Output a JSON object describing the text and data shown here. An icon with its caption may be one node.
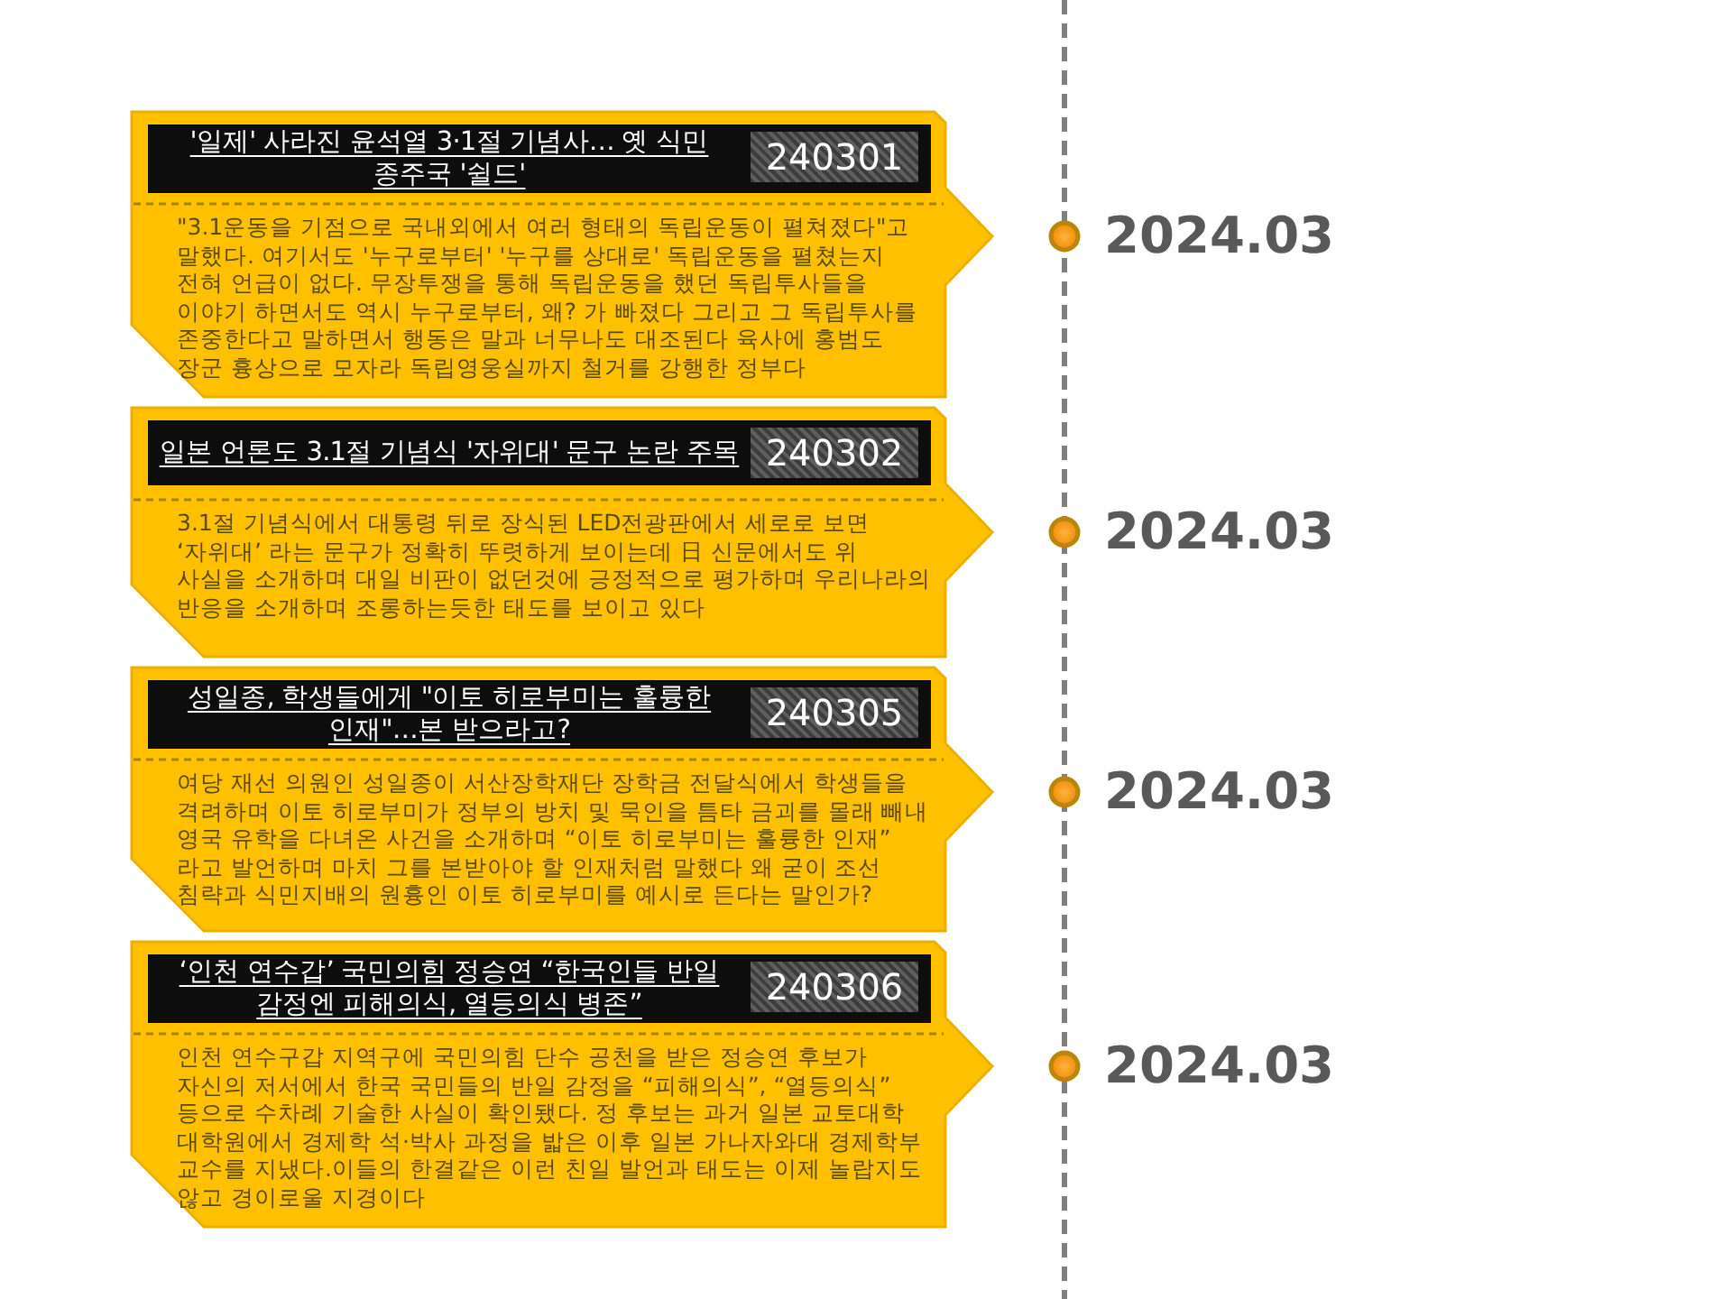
{
  "diagram": {
    "nodes": [
      {
        "text": [
          "\"3.1운동을 기점으로 국내외에서 여러 형태의 독립운동이 펼쳐졌다\"고 말했다. 여기서도 '누구로부터' '누구를 상대로' 독립운동을 펼쳤는지 전혀 언급이 없다. 무장투쟁을 통해 독립운동을 했던 독립투사들을 이야기 하면서도 역시 누구로부터, 왜? 가 빠졌다 그리고 그 독립투사를 존중한다고 말하면서 행동은 말과 너무나도 대조된다 육사에 홍범도 장군 흉상으로 모자라 독립영웅실까지 철거를 강행한 정부다"
        ]
      },
      {
        "text": [
          "'일제' 사라진 윤석열 3·1절 기념사… 옛 식민 종주국 '쉴드'"
        ],
        "in": 0
      },
      {
        "text": [
          "240301"
        ],
        "in": 1
      },
      {
        "text": [
          "3.1절 기념식에서 대통령 뒤로 장식된 LED전광판에서 세로로 보면 ‘자위대’ 라는 문구가 정확히 뚜렷하게 보이는데 日 신문에서도 위 사실을 소개하며 대일 비판이 없던것에 긍정적으로 평가하며 우리나라의 반응을 소개하며 조롱하는듯한 태도를 보이고 있다"
        ]
      },
      {
        "text": [
          "일본 언론도 3.1절 기념식 '자위대' 문구 논란 주목"
        ],
        "in": 3
      },
      {
        "text": [
          "240302"
        ],
        "in": 4
      },
      {
        "text": [
          "여당 재선 의원인 성일종이 서산장학재단 장학금 전달식에서 학생들을 격려하며 이토 히로부미가 정부의 방치 및 묵인을 틈타 금괴를 몰래 빼내 영국 유학을 다녀온 사건을 소개하며 “이토 히로부미는 훌륭한 인재” 라고 발언하며 마치 그를 본받아야 할 인재처럼 말했다 왜 굳이 조선 침략과 식민지배의 원흉인 이토 히로부미를 예시로 든다는 말인가?"
        ]
      },
      {
        "text": [
          "성일종, 학생들에게 \"이토 히로부미는 훌륭한 인재\"…본 받으라고?"
        ],
        "in": 6
      },
      {
        "text": [
          "240305"
        ],
        "in": 7
      },
      {
        "text": [
          "인천 연수구갑 지역구에 국민의힘 단수 공천을 받은 정승연 후보가 자신의 저서에서 한국 국민들의 반일 감정을 “피해의식”, “열등의식” 등으로 수차례 기술한 사실이 확인됐다. 정 후보는 과거 일본 교토대학 대학원에서 경제학 석·박사 과정을 밟은 이후 일본 가나자와대 경제학부 교수를 지냈다.이들의 한결같은 이런 친일 발언과 태도는 이제 놀랍지도 않고 경이로울 지경이다"
        ]
      },
      {
        "text": [
          "‘인천 연수갑’ 국민의힘 정승연 “한국인들 반일 감정엔 피해의식, 열등의식 병존”"
        ],
        "in": 9
      },
      {
        "text": [
          "240306"
        ],
        "in": 10
      }
    ],
    "labels": [
      "2024.03",
      "2024.03",
      "2024.03",
      "2024.03"
    ]
  }
}
